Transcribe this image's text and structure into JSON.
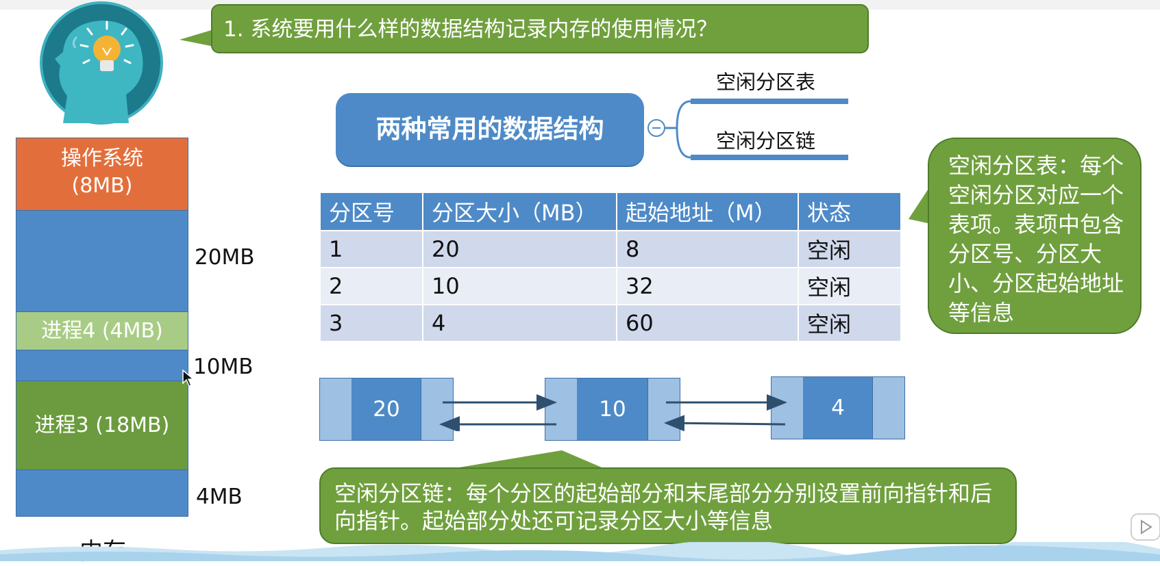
{
  "question": "1. 系统要用什么样的数据结构记录内存的使用情况？",
  "data_structures": {
    "title": "两种常用的数据结构",
    "branches": [
      "空闲分区表",
      "空闲分区链"
    ]
  },
  "memory": {
    "caption": "内存",
    "segments": [
      {
        "label": "操作系统\n(8MB)",
        "type": "os"
      },
      {
        "label": "",
        "type": "free"
      },
      {
        "label": "进程4 (4MB)",
        "type": "process"
      },
      {
        "label": "",
        "type": "free"
      },
      {
        "label": "进程3 (18MB)",
        "type": "process"
      },
      {
        "label": "",
        "type": "free"
      }
    ],
    "free_size_labels": [
      "20MB",
      "10MB",
      "4MB"
    ]
  },
  "partition_table": {
    "headers": [
      "分区号",
      "分区大小（MB）",
      "起始地址（M）",
      "状态"
    ],
    "rows": [
      [
        "1",
        "20",
        "8",
        "空闲"
      ],
      [
        "2",
        "10",
        "32",
        "空闲"
      ],
      [
        "3",
        "4",
        "60",
        "空闲"
      ]
    ]
  },
  "chain": {
    "nodes": [
      "20",
      "10",
      "4"
    ]
  },
  "callouts": {
    "table": "空闲分区表：每个空闲分区对应一个表项。表项中包含分区号、分区大小、分区起始地址等信息",
    "chain": "空闲分区链：每个分区的起始部分和末尾部分分别设置前向指针和后向指针。起始部分处还可记录分区大小等信息"
  },
  "colors": {
    "callout_green": "#70a03e",
    "accent_blue": "#4e8ac7",
    "os_orange": "#e26f3b",
    "process_green": "#6b9b3e",
    "process_light_green": "#a8cc85",
    "chain_edge_blue": "#9dc0e3"
  },
  "icons": [
    "thinking-head-lightbulb-icon",
    "collapse-minus-icon",
    "mouse-cursor-icon",
    "play-icon"
  ]
}
